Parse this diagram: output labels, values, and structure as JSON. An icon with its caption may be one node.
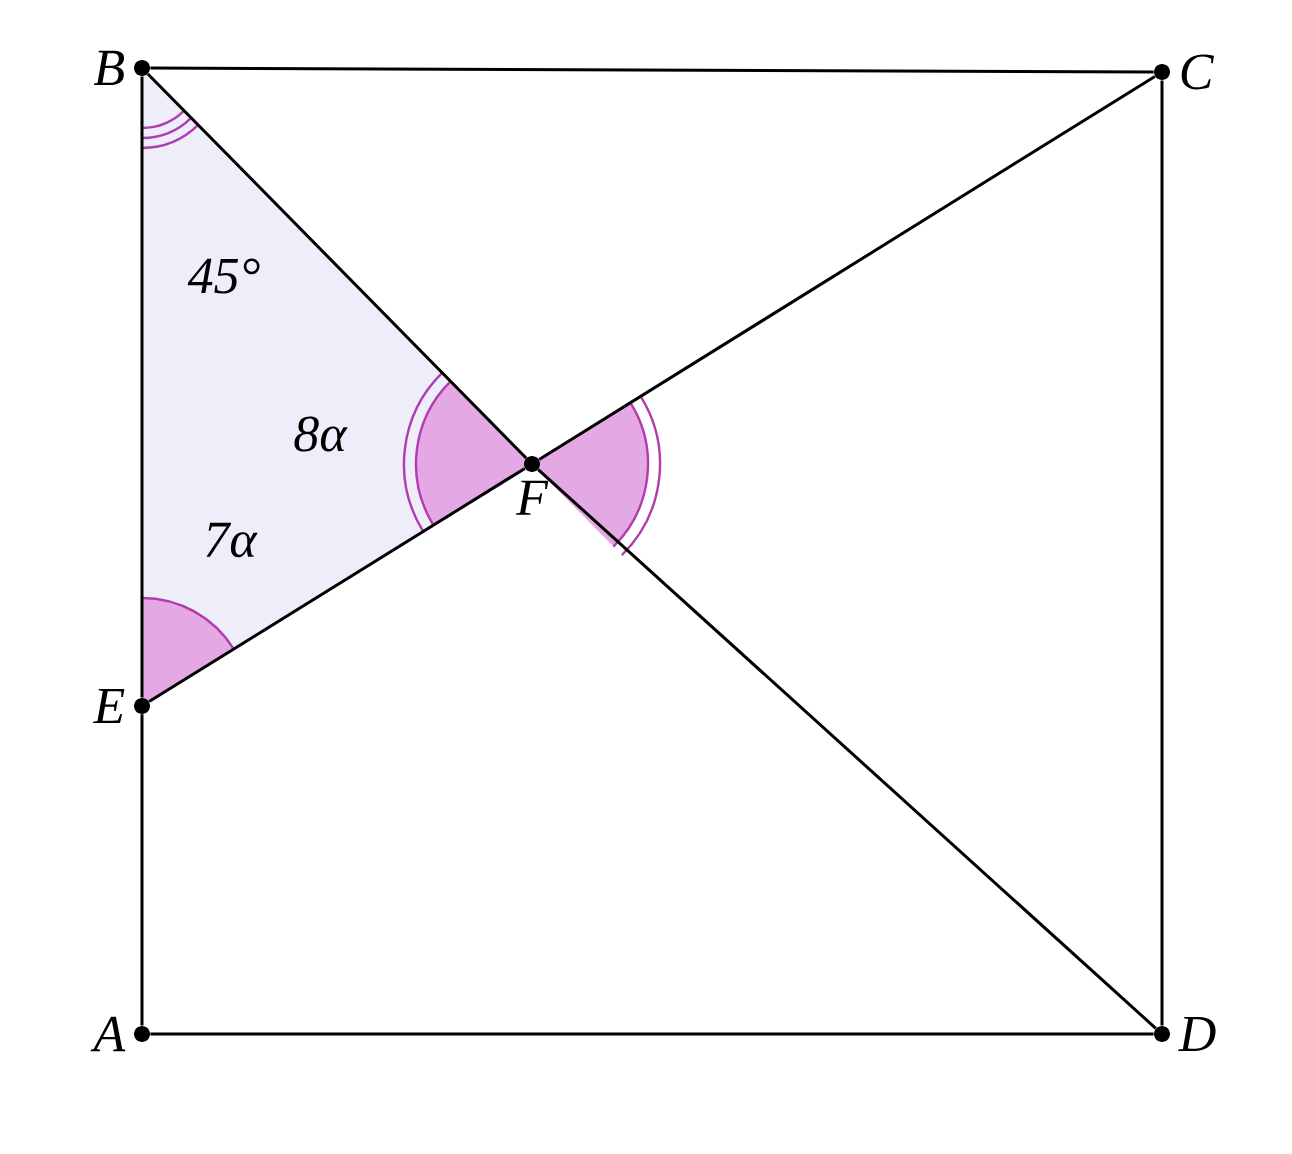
{
  "diagram": {
    "nodes": [
      {
        "text": [
          "B"
        ]
      },
      {
        "text": [
          "C"
        ]
      },
      {
        "text": [
          "E"
        ]
      },
      {
        "text": [
          "F"
        ]
      },
      {
        "text": [
          "A"
        ]
      },
      {
        "text": [
          "D"
        ]
      }
    ],
    "edges": [
      {
        "from": 0,
        "to": 1,
        "arrow": "none"
      },
      {
        "from": 1,
        "to": 5,
        "arrow": "none"
      },
      {
        "from": 5,
        "to": 4,
        "arrow": "none"
      },
      {
        "from": 4,
        "to": 2,
        "arrow": "none"
      },
      {
        "from": 2,
        "to": 0,
        "arrow": "none"
      },
      {
        "from": 0,
        "to": 3,
        "arrow": "none"
      },
      {
        "from": 3,
        "to": 5,
        "arrow": "none"
      },
      {
        "from": 2,
        "to": 3,
        "arrow": "none"
      },
      {
        "from": 3,
        "to": 1,
        "arrow": "none"
      }
    ],
    "labels": [
      "45°",
      "8α",
      "7α"
    ]
  }
}
